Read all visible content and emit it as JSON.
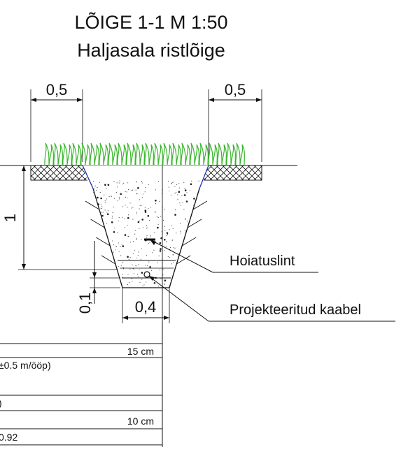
{
  "title": {
    "line1": "LÕIGE 1-1 M 1:50",
    "line2": "Haljasala ristlõige"
  },
  "dimensions": {
    "top_left": "0,5",
    "top_right": "0,5",
    "depth": "1",
    "bed": "0,1",
    "bottom_width": "0,4"
  },
  "callouts": {
    "warning_tape": "Hoiatuslint",
    "cable": "Projekteeritud kaabel"
  },
  "layer_table": {
    "row1_value": "15 cm",
    "row2_text": "±0.5 m/ööp)",
    "row3_text": ")",
    "row4_value": "10 cm",
    "row5_text": "0.92"
  },
  "colors": {
    "grass": "#39b52c",
    "trench_wall": "#1f2fb5",
    "lines": "#111111"
  }
}
